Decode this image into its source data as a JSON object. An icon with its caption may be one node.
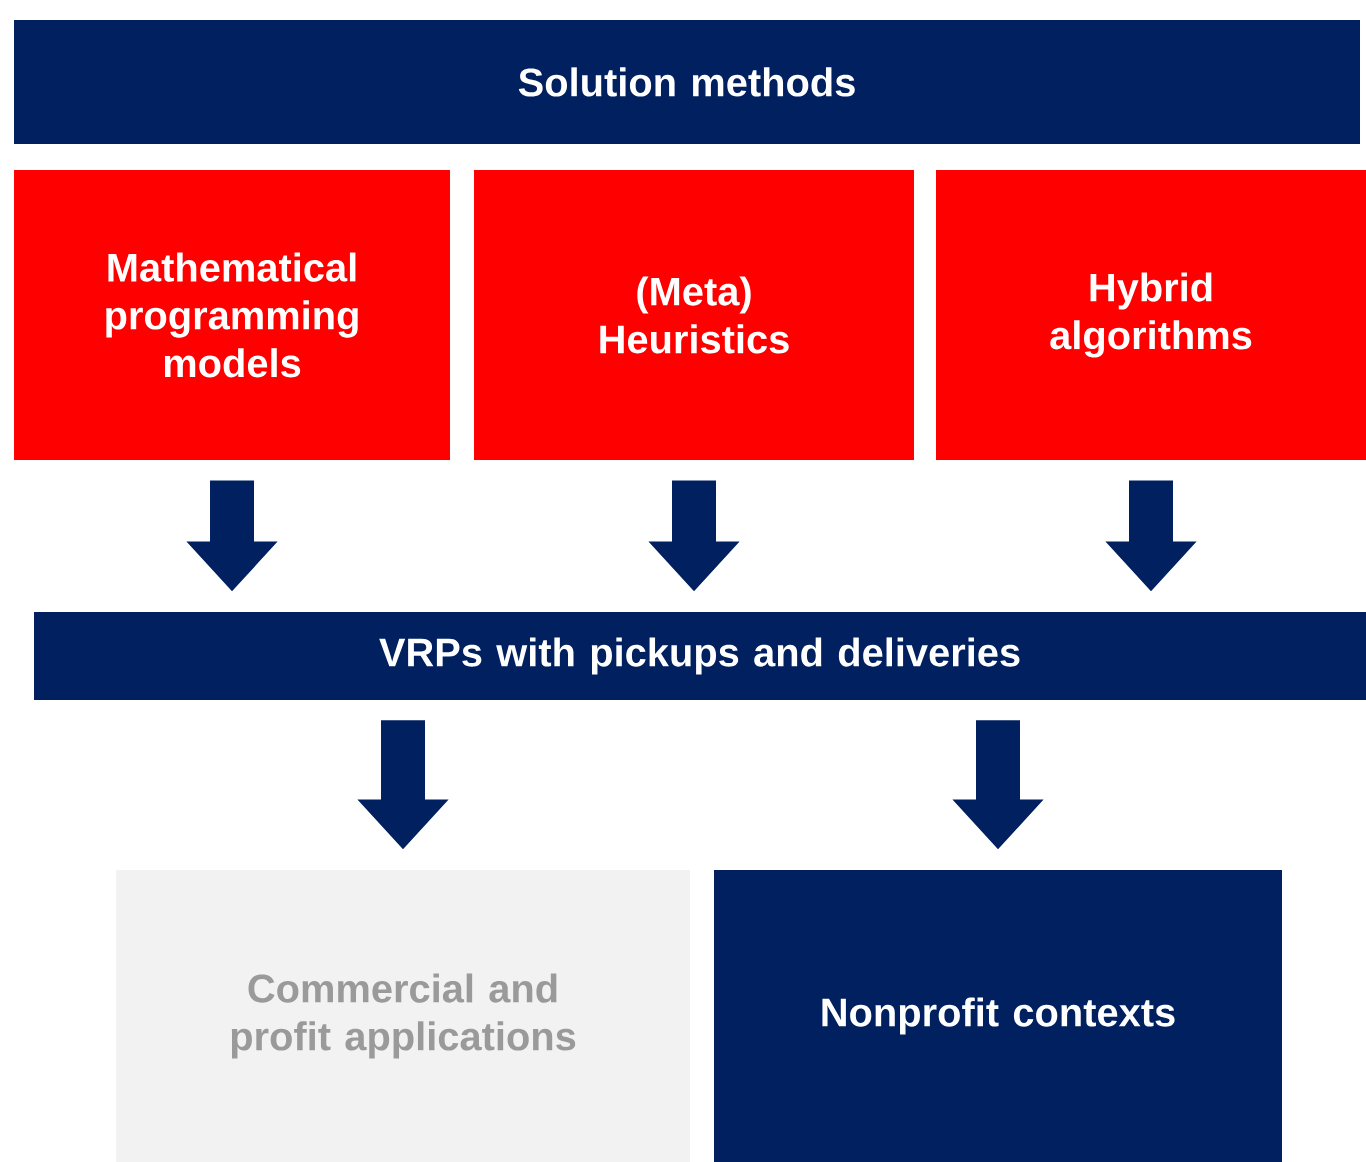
{
  "diagram": {
    "nodes": [
      {
        "text": [
          "Solution methods"
        ]
      },
      {
        "text": [
          "Mathematical programming models"
        ]
      },
      {
        "text": [
          "(Meta) Heuristics"
        ]
      },
      {
        "text": [
          "Hybrid algorithms"
        ]
      },
      {
        "text": [
          "VRPs with pickups and deliveries"
        ]
      },
      {
        "text": [
          "Commercial and profit applications"
        ]
      },
      {
        "text": [
          "Nonprofit contexts"
        ]
      }
    ],
    "edges": [
      {
        "from": 1,
        "to": 4,
        "arrow": "to"
      },
      {
        "from": 2,
        "to": 4,
        "arrow": "to"
      },
      {
        "from": 3,
        "to": 4,
        "arrow": "to"
      },
      {
        "from": 4,
        "to": 5,
        "arrow": "to"
      },
      {
        "from": 4,
        "to": 6,
        "arrow": "to"
      }
    ]
  }
}
